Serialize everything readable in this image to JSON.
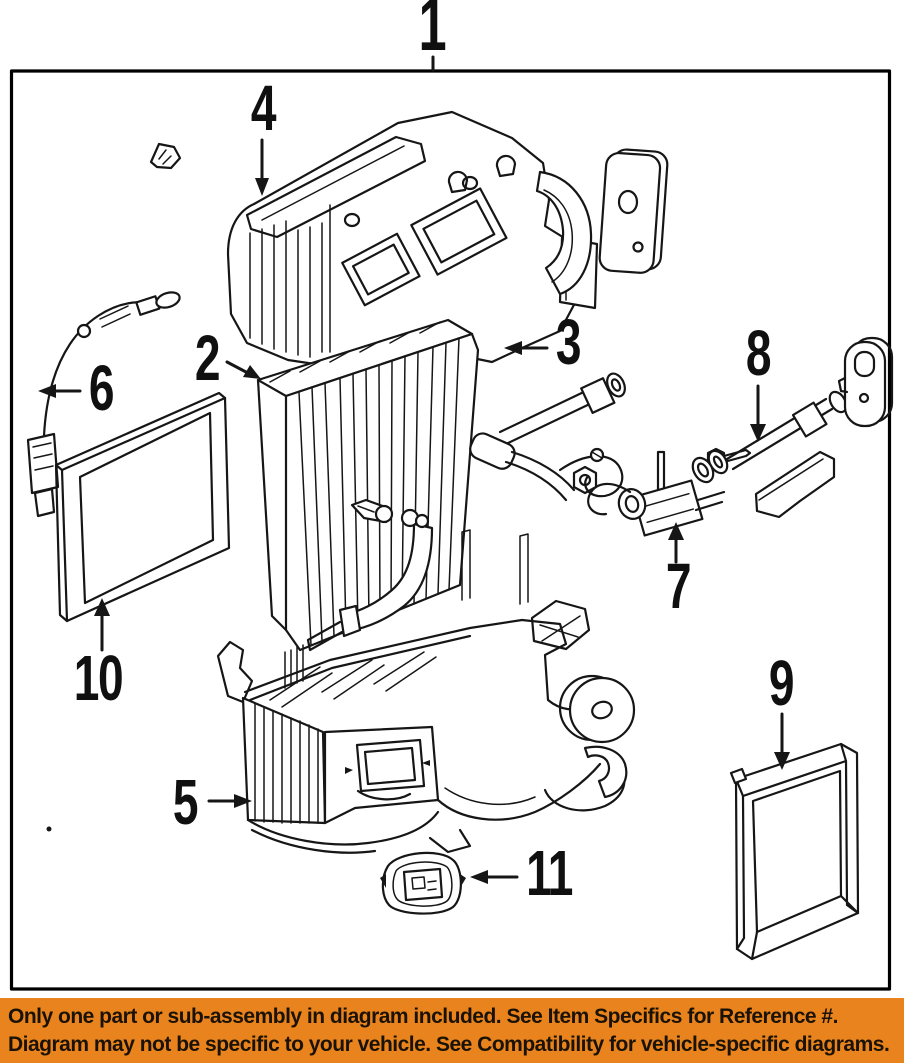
{
  "figure": {
    "kind": "exploded-parts-diagram"
  },
  "callouts": [
    {
      "number": "1"
    },
    {
      "number": "2"
    },
    {
      "number": "3"
    },
    {
      "number": "4"
    },
    {
      "number": "5"
    },
    {
      "number": "6"
    },
    {
      "number": "7"
    },
    {
      "number": "8"
    },
    {
      "number": "9"
    },
    {
      "number": "10"
    },
    {
      "number": "11"
    }
  ],
  "banner": {
    "line1": "Only one part or sub-assembly in diagram included. See Item Specifics for Reference #.",
    "line2": "Diagram may not be specific to your vehicle. See Compatibility for vehicle-specific diagrams."
  },
  "colors": {
    "background": "#ffffff",
    "line_art": "#161616",
    "frame_border": "#000000",
    "banner_background": "#e8831d",
    "banner_text": "#1b1206"
  }
}
